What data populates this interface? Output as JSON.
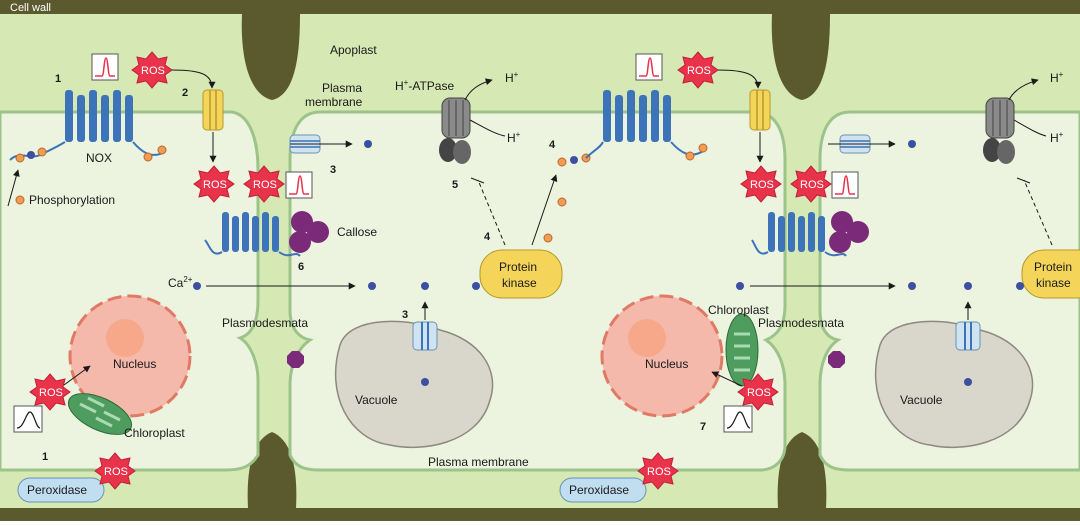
{
  "labels": {
    "cell_wall": "Cell wall",
    "apoplast": "Apoplast",
    "plasma_membrane_top_1": "Plasma",
    "plasma_membrane_top_2": "membrane",
    "plasma_membrane_bottom": "Plasma membrane",
    "nox": "NOX",
    "phosphorylation": "Phosphorylation",
    "h_atpase": "H",
    "h_atpase_sup": "+",
    "h_atpase_rest": "-ATPase",
    "h_plus": "H",
    "h_plus_sup": "+",
    "callose": "Callose",
    "calcium": "Ca",
    "calcium_sup": "2+",
    "plasmodesmata": "Plasmodesmata",
    "protein_kinase_1": "Protein",
    "protein_kinase_2": "kinase",
    "vacuole": "Vacuole",
    "nucleus": "Nucleus",
    "chloroplast": "Chloroplast",
    "peroxidase": "Peroxidase",
    "ros": "ROS"
  },
  "steps": [
    "1",
    "2",
    "3",
    "4",
    "5",
    "6",
    "7"
  ],
  "colors": {
    "cell_wall": "#5b5a2e",
    "apoplast": "#d6e8b4",
    "cytoplasm": "#ecf3de",
    "membrane": "#9cc48a",
    "ros": "#e8334a",
    "protein": "#3d73b9",
    "kinase": "#f5d45a",
    "vacuole": "#d9d6cc",
    "nucleus": "#f4b9ab",
    "chloroplast": "#4f9d5e",
    "callose": "#7a2a78",
    "peroxidase": "#c0def0"
  }
}
